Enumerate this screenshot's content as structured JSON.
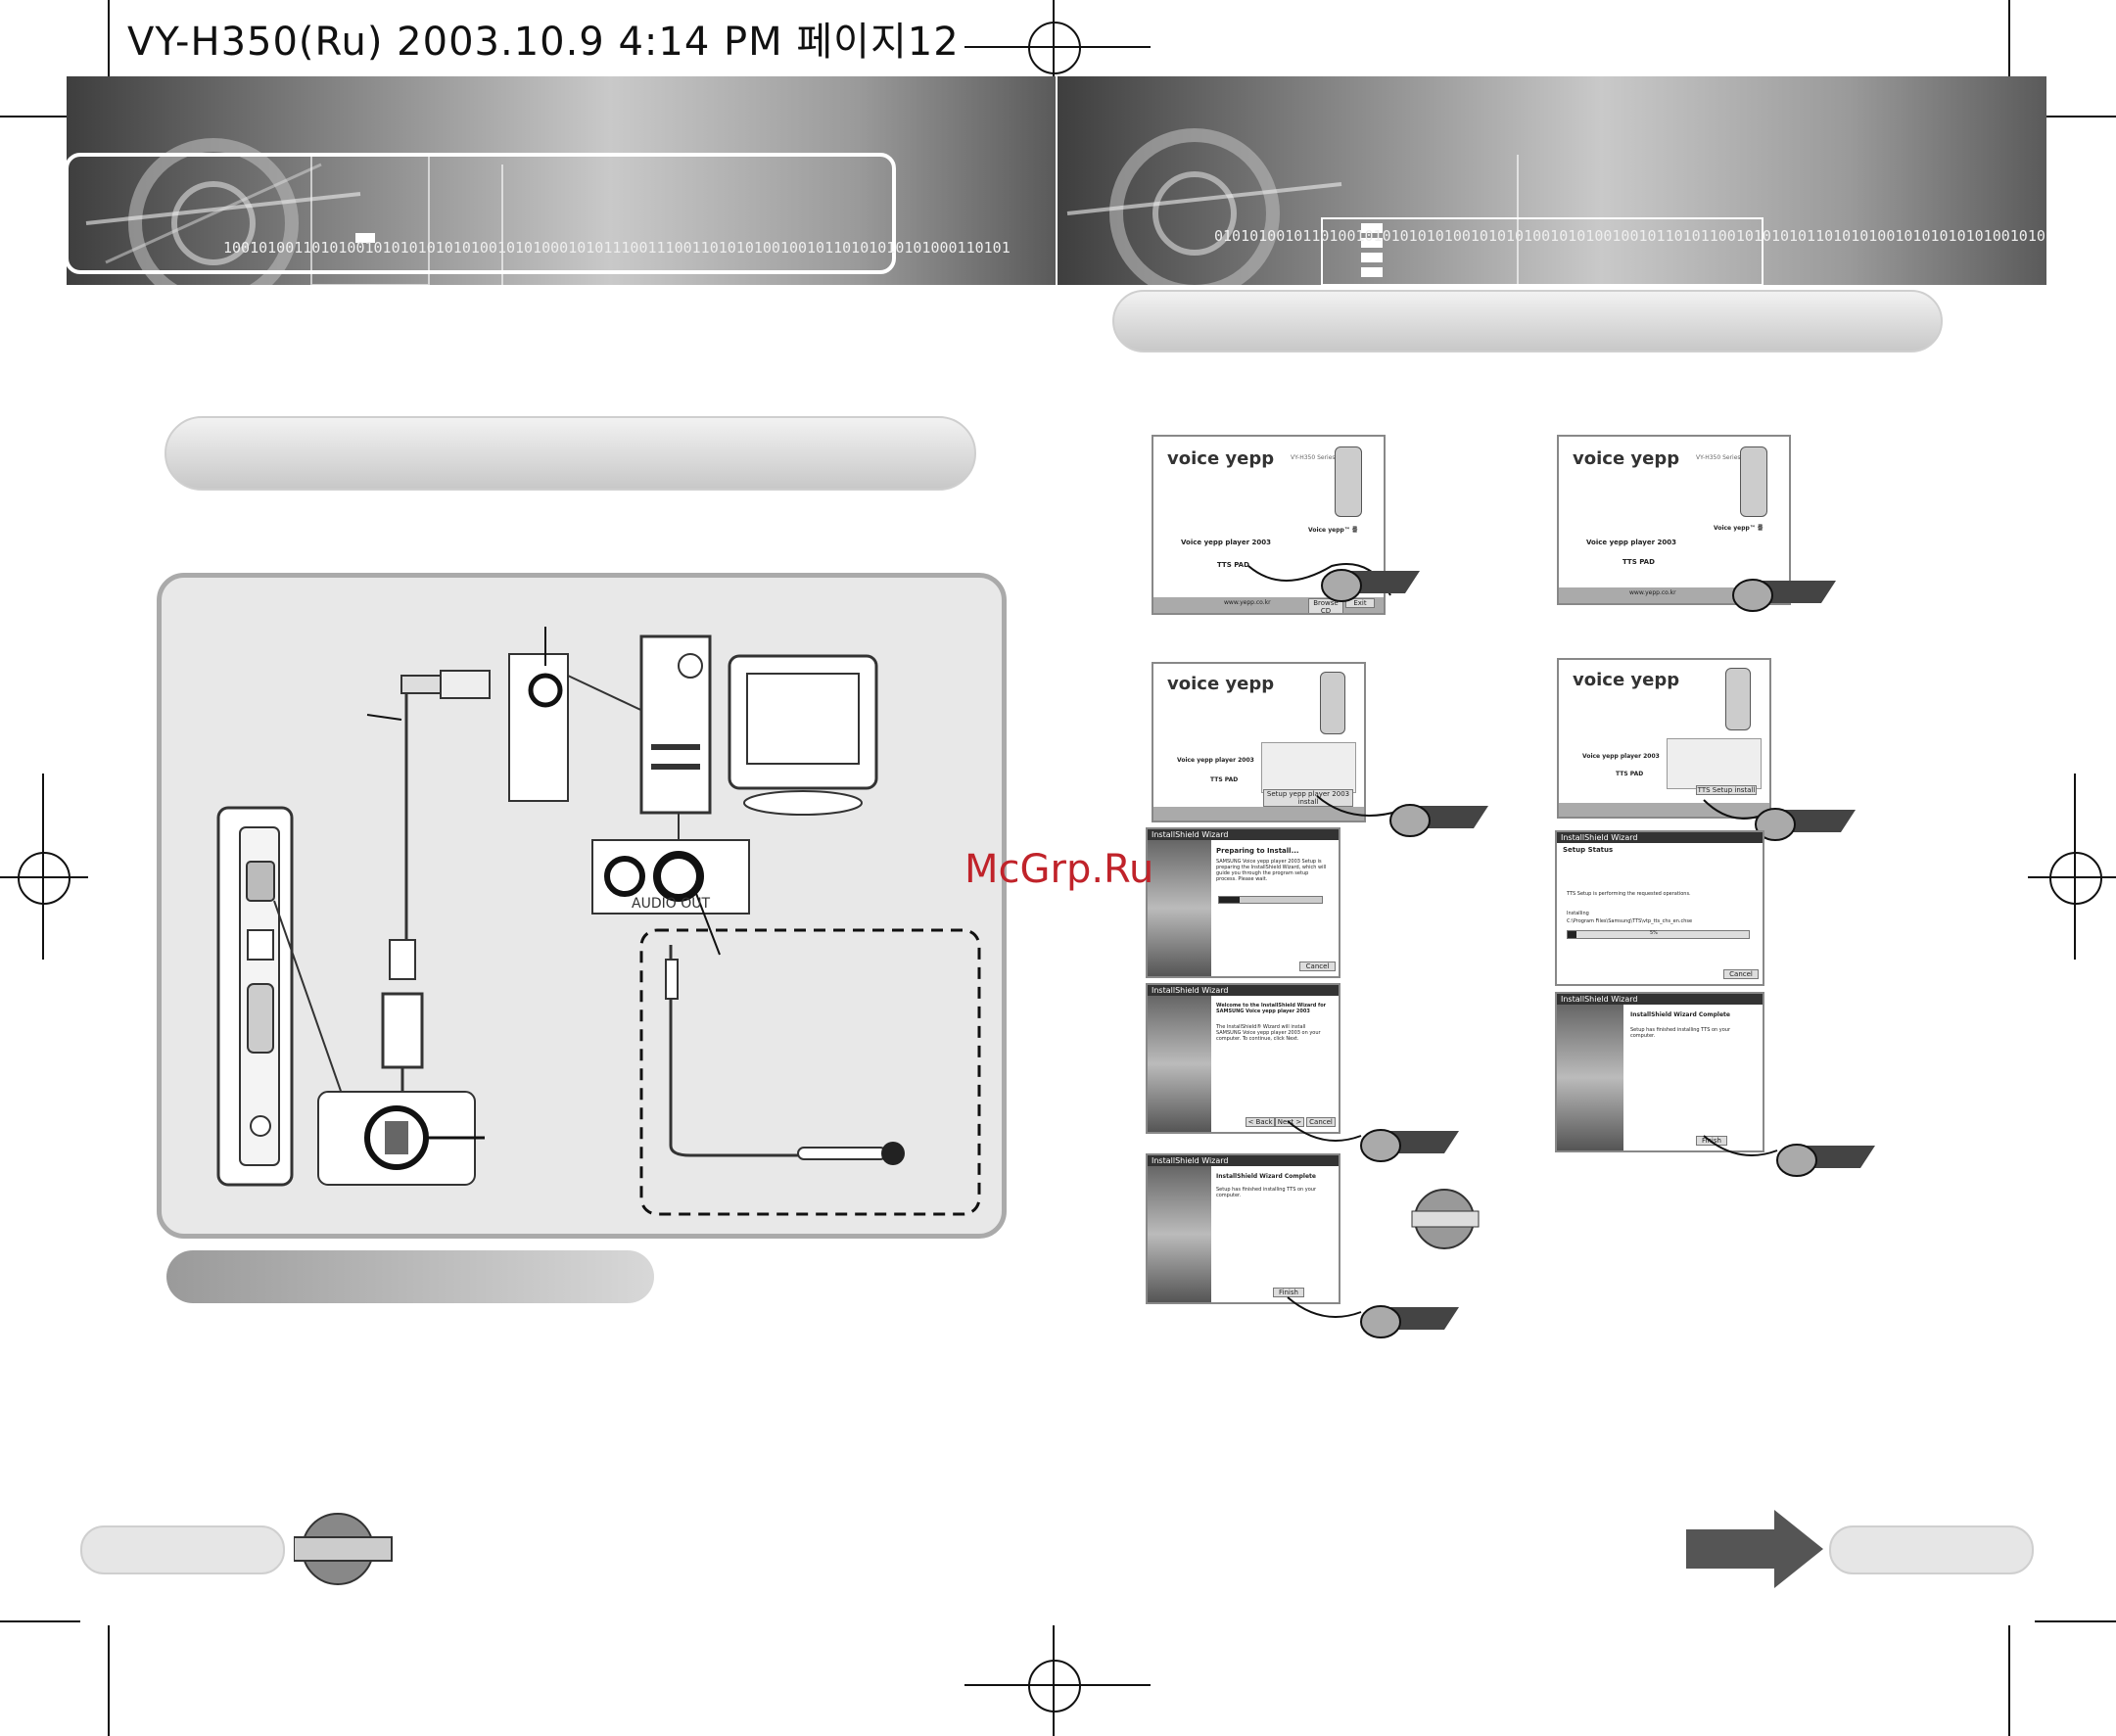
{
  "header": {
    "print_info": "VY-H350(Ru)  2003.10.9 4:14 PM 페이지12"
  },
  "banner": {
    "binary_left": "10010100110101001010101010101001010100010101110011100110101010010010110101010101000110101",
    "binary_right": "01010100101101001010101010100101010100101010010010110101100101010101101010100101010101010010101010"
  },
  "watermark": {
    "text": "McGrp.Ru"
  },
  "diagram": {
    "audio_label": "AUDIO OUT"
  },
  "screens": {
    "logo": "voice yepp",
    "series": "VY-H350 Series",
    "player_label": "Voice yepp player 2003",
    "tts_label": "TTS PAD",
    "url": "www.yepp.co.kr",
    "btn_browse": "Browse CD",
    "btn_exit": "Exit",
    "info_title": "Voice yepp™ 를",
    "wizard_title": "InstallShield Wizard",
    "preparing_title": "Preparing to Install...",
    "preparing_text": "SAMSUNG Voice yepp player 2003 Setup is preparing the InstallShield Wizard, which will guide you through the program setup process. Please wait.",
    "welcome_title": "Welcome to the InstallShield Wizard for SAMSUNG Voice yepp player 2003",
    "welcome_text": "The InstallShield® Wizard will install SAMSUNG Voice yepp player 2003 on your computer. To continue, click Next.",
    "complete_title": "InstallShield Wizard Complete",
    "complete_text": "Setup has finished installing TTS on your computer.",
    "setup_status_title": "Setup Status",
    "setup_status_text": "TTS Setup is performing the requested operations.",
    "installing_label": "Installing",
    "install_path": "C:\\Program Files\\Samsung\\TTS\\vtp_tts_chs_en.chse",
    "percent": "5%",
    "cancel": "Cancel",
    "back": "< Back",
    "next": "Next >",
    "finish": "Finish",
    "setup_btn": "Setup yepp player 2003 install",
    "tts_setup_btn": "TTS Setup install"
  },
  "colors": {
    "accent_red": "#c0232a",
    "panel_bg": "#e8e8e8"
  }
}
